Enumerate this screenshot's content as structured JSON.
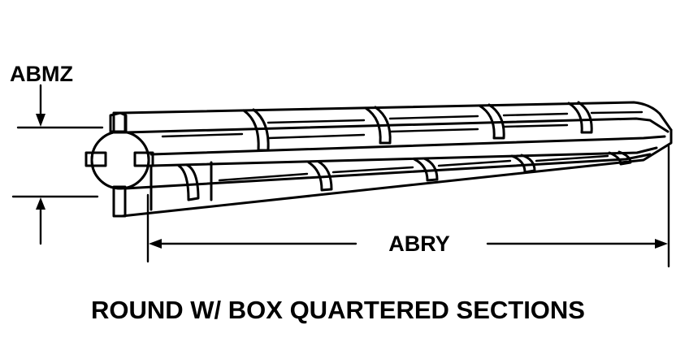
{
  "labels": {
    "height_dimension": "ABMZ",
    "length_dimension": "ABRY",
    "caption": "ROUND W/ BOX QUARTERED SECTIONS"
  },
  "colors": {
    "ink": "#000000",
    "background": "#ffffff"
  }
}
